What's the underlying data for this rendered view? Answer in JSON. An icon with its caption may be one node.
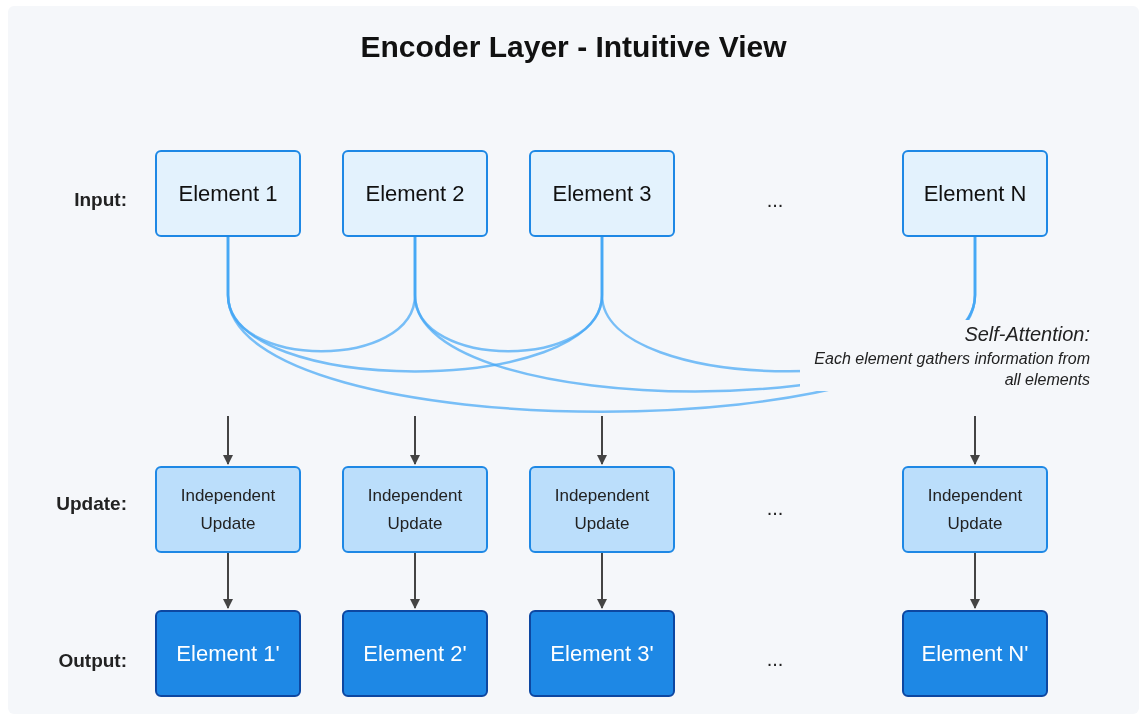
{
  "diagram": {
    "title": "Encoder Layer - Intuitive View",
    "nodes": [
      {
        "text": [
          "Element 1"
        ]
      },
      {
        "text": [
          "Element 2"
        ]
      },
      {
        "text": [
          "Element 3"
        ]
      },
      {
        "text": [
          "Element N"
        ]
      },
      {
        "text": [
          "Independent Update"
        ]
      },
      {
        "text": [
          "Independent Update"
        ]
      },
      {
        "text": [
          "Independent Update"
        ]
      },
      {
        "text": [
          "Independent Update"
        ]
      },
      {
        "text": [
          "Element 1'"
        ]
      },
      {
        "text": [
          "Element 2'"
        ]
      },
      {
        "text": [
          "Element 3'"
        ]
      },
      {
        "text": [
          "Element N'"
        ]
      }
    ],
    "edges": [
      {
        "from": 0,
        "to": 1,
        "arrow": "none",
        "color": "#42a5f5"
      },
      {
        "from": 0,
        "to": 2,
        "arrow": "none",
        "color": "#42a5f5"
      },
      {
        "from": 0,
        "to": 3,
        "arrow": "none",
        "color": "#42a5f5"
      },
      {
        "from": 1,
        "to": 2,
        "arrow": "none",
        "color": "#42a5f5"
      },
      {
        "from": 1,
        "to": 3,
        "arrow": "none",
        "color": "#42a5f5"
      },
      {
        "from": 2,
        "to": 3,
        "arrow": "none",
        "color": "#42a5f5"
      },
      {
        "from": null,
        "to": 4,
        "arrow": "to"
      },
      {
        "from": null,
        "to": 5,
        "arrow": "to"
      },
      {
        "from": null,
        "to": 6,
        "arrow": "to"
      },
      {
        "from": null,
        "to": 7,
        "arrow": "to"
      },
      {
        "from": 4,
        "to": 8,
        "arrow": "to"
      },
      {
        "from": 5,
        "to": 9,
        "arrow": "to"
      },
      {
        "from": 6,
        "to": 10,
        "arrow": "to"
      },
      {
        "from": 7,
        "to": 11,
        "arrow": "to"
      }
    ],
    "labels": [
      "Input:",
      "...",
      "Self-Attention:",
      "Each element gathers information from all elements",
      "Update:",
      "...",
      "Output:",
      "..."
    ]
  }
}
